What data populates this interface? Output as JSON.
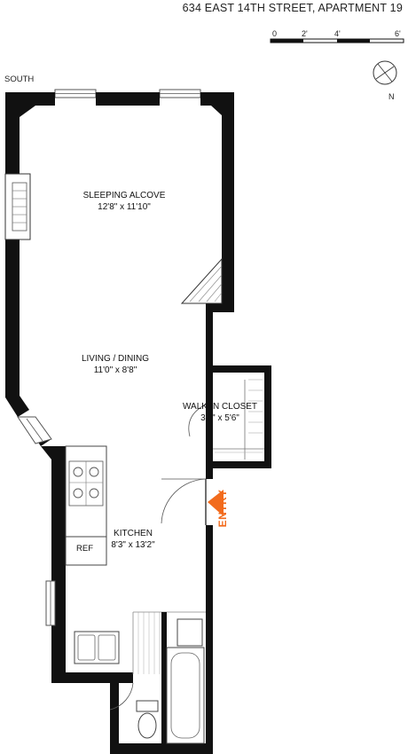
{
  "title": "634 EAST 14TH STREET, APARTMENT 19",
  "compass": {
    "south_label": "SOUTH",
    "north_label": "N"
  },
  "scale": {
    "ticks": [
      "0",
      "2'",
      "4'",
      "6'"
    ]
  },
  "rooms": {
    "sleeping_alcove": {
      "name": "SLEEPING ALCOVE",
      "dims": "12'8\" x 11'10\""
    },
    "living_dining": {
      "name": "LIVING / DINING",
      "dims": "11'0\" x 8'8\""
    },
    "walk_in_closet": {
      "name": "WALK-IN CLOSET",
      "dims": "3'4\" x 5'6\""
    },
    "kitchen": {
      "name": "KITCHEN",
      "dims": "8'3\" x 13'2\""
    }
  },
  "fixtures": {
    "ref_label": "REF"
  },
  "entry_label": "ENTRY",
  "colors": {
    "wall": "#111111",
    "accent": "#f26b1d",
    "fixture": "#777777"
  }
}
